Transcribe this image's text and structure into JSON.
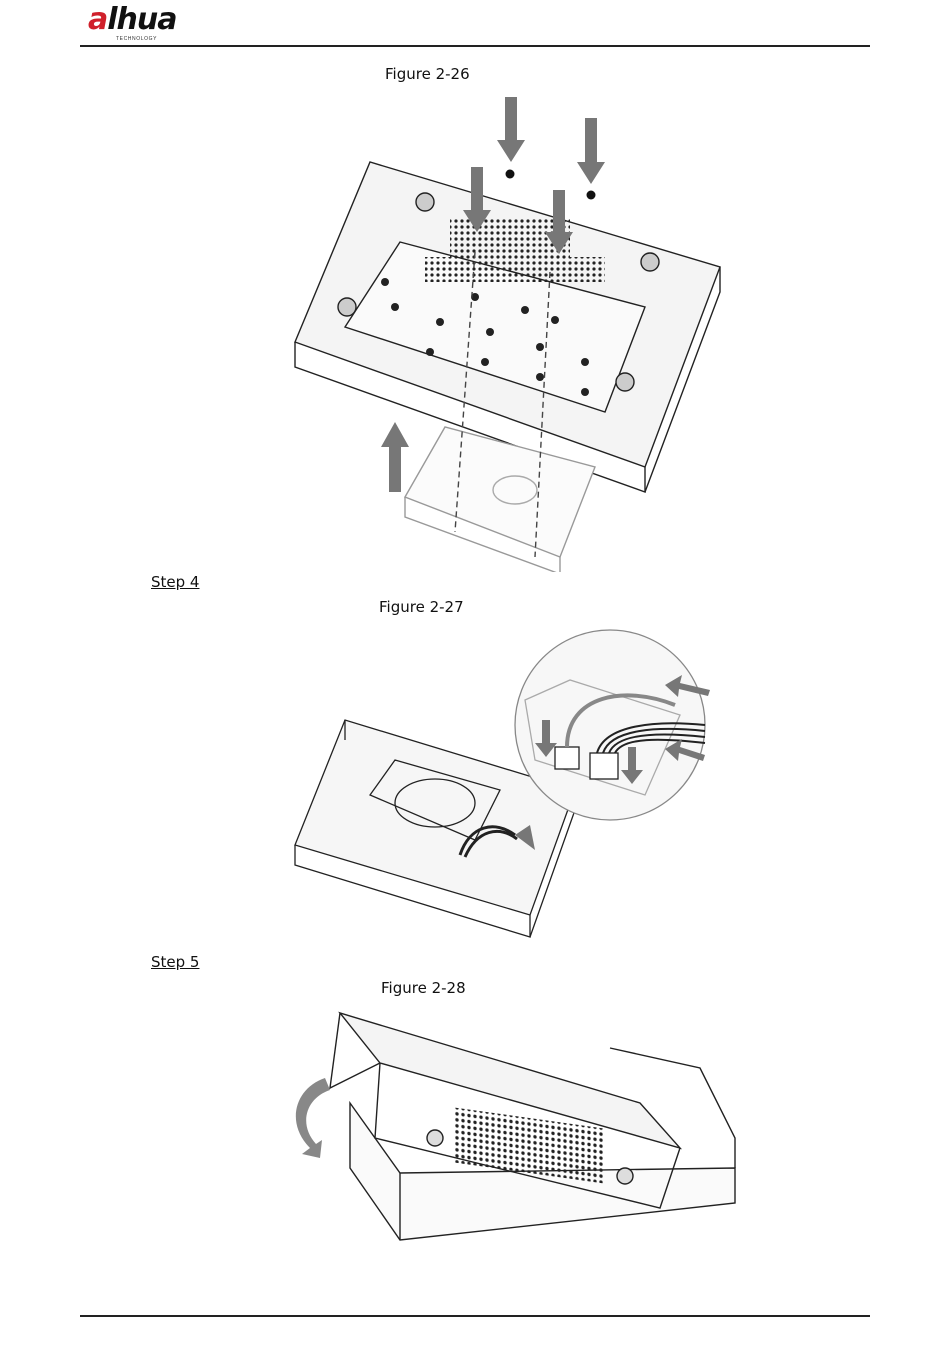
{
  "header": {
    "logo_text": "alhua",
    "logo_subtext": "TECHNOLOGY",
    "logo_accent_color": "#d0202b"
  },
  "figures": [
    {
      "caption": "Figure 2-26"
    },
    {
      "caption": "Figure 2-27"
    },
    {
      "caption": "Figure 2-28"
    }
  ],
  "steps": [
    {
      "label": "Step 4"
    },
    {
      "label": "Step 5"
    }
  ]
}
